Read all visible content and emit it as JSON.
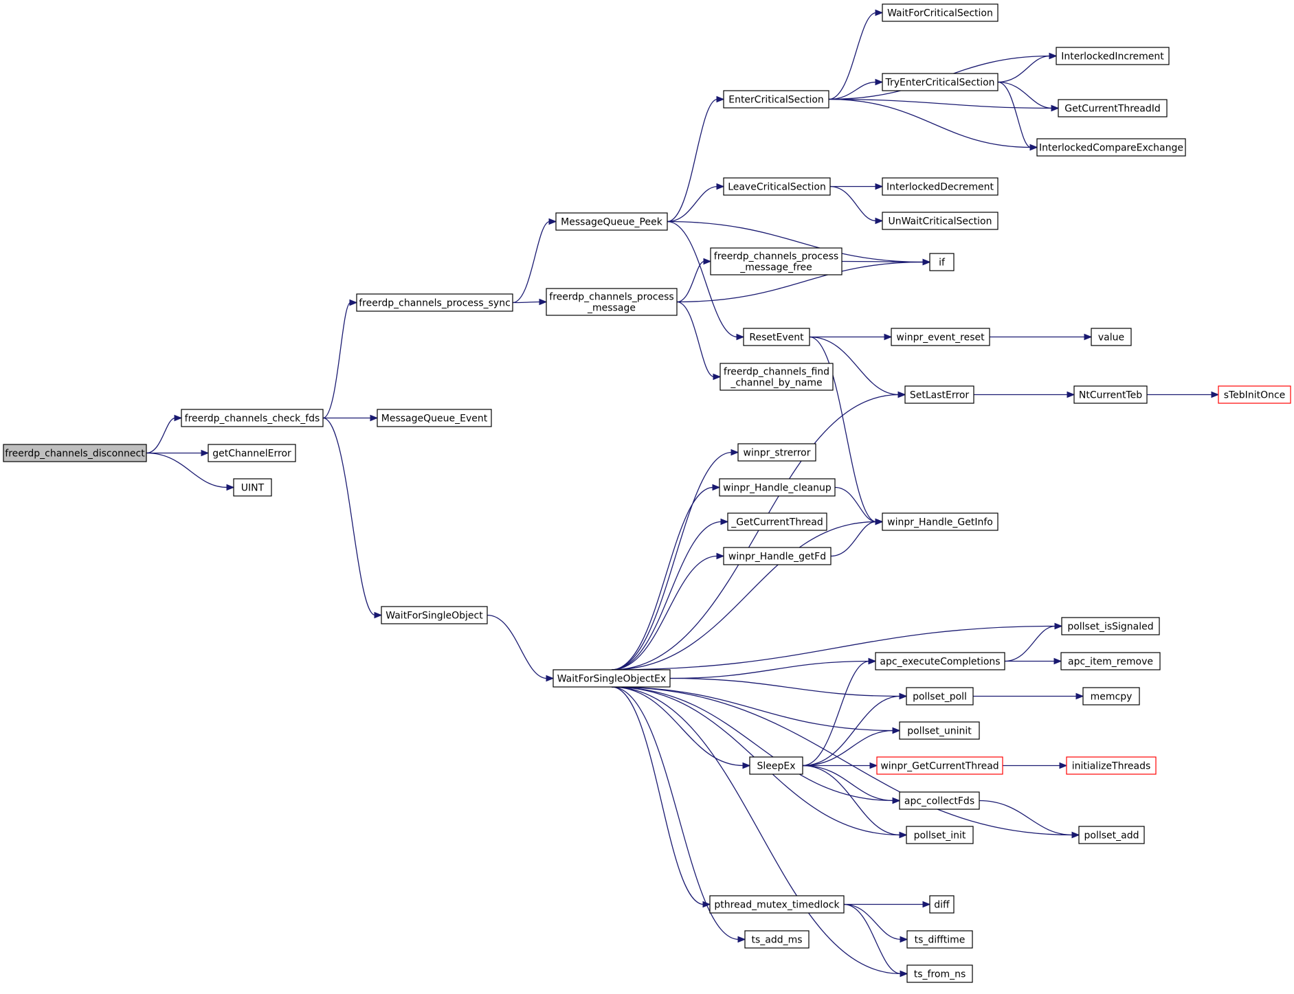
{
  "graph": {
    "type": "call-graph",
    "root": "root",
    "nodes": [
      {
        "id": "root",
        "label": "freerdp_channels_disconnect",
        "style": "root"
      },
      {
        "id": "check_fds",
        "label": "freerdp_channels_check_fds"
      },
      {
        "id": "getChannelError",
        "label": "getChannelError"
      },
      {
        "id": "UINT",
        "label": "UINT"
      },
      {
        "id": "process_sync",
        "label": "freerdp_channels_process_sync"
      },
      {
        "id": "MQ_Event",
        "label": "MessageQueue_Event"
      },
      {
        "id": "WFSO",
        "label": "WaitForSingleObject"
      },
      {
        "id": "MQ_Peek",
        "label": "MessageQueue_Peek"
      },
      {
        "id": "process_message",
        "label": "freerdp_channels_process\n_message"
      },
      {
        "id": "WFSOEx",
        "label": "WaitForSingleObjectEx"
      },
      {
        "id": "EnterCS",
        "label": "EnterCriticalSection"
      },
      {
        "id": "LeaveCS",
        "label": "LeaveCriticalSection"
      },
      {
        "id": "process_message_free",
        "label": "freerdp_channels_process\n_message_free"
      },
      {
        "id": "ResetEvent",
        "label": "ResetEvent"
      },
      {
        "id": "find_channel",
        "label": "freerdp_channels_find\n_channel_by_name"
      },
      {
        "id": "winpr_strerror",
        "label": "winpr_strerror"
      },
      {
        "id": "Handle_cleanup",
        "label": "winpr_Handle_cleanup"
      },
      {
        "id": "_GetCurrentThread",
        "label": "_GetCurrentThread"
      },
      {
        "id": "Handle_getFd",
        "label": "winpr_Handle_getFd"
      },
      {
        "id": "SleepEx",
        "label": "SleepEx"
      },
      {
        "id": "pthread_mutex_timedlock",
        "label": "pthread_mutex_timedlock"
      },
      {
        "id": "ts_add_ms",
        "label": "ts_add_ms"
      },
      {
        "id": "WaitForCS",
        "label": "WaitForCriticalSection"
      },
      {
        "id": "TryEnterCS",
        "label": "TryEnterCriticalSection"
      },
      {
        "id": "InterlockedDecrement",
        "label": "InterlockedDecrement"
      },
      {
        "id": "UnWaitCS",
        "label": "UnWaitCriticalSection"
      },
      {
        "id": "if",
        "label": "if"
      },
      {
        "id": "event_reset",
        "label": "winpr_event_reset"
      },
      {
        "id": "SetLastError",
        "label": "SetLastError"
      },
      {
        "id": "Handle_GetInfo",
        "label": "winpr_Handle_GetInfo"
      },
      {
        "id": "apc_executeCompletions",
        "label": "apc_executeCompletions"
      },
      {
        "id": "pollset_poll",
        "label": "pollset_poll"
      },
      {
        "id": "pollset_uninit",
        "label": "pollset_uninit"
      },
      {
        "id": "winpr_GetCurrentThread",
        "label": "winpr_GetCurrentThread",
        "style": "trunc"
      },
      {
        "id": "apc_collectFds",
        "label": "apc_collectFds"
      },
      {
        "id": "pollset_init",
        "label": "pollset_init"
      },
      {
        "id": "diff",
        "label": "diff"
      },
      {
        "id": "ts_difftime",
        "label": "ts_difftime"
      },
      {
        "id": "ts_from_ns",
        "label": "ts_from_ns"
      },
      {
        "id": "InterlockedIncrement",
        "label": "InterlockedIncrement"
      },
      {
        "id": "GetCurrentThreadId",
        "label": "GetCurrentThreadId"
      },
      {
        "id": "InterlockedCompareExchange",
        "label": "InterlockedCompareExchange"
      },
      {
        "id": "value",
        "label": "value"
      },
      {
        "id": "NtCurrentTeb",
        "label": "NtCurrentTeb"
      },
      {
        "id": "pollset_isSignaled",
        "label": "pollset_isSignaled"
      },
      {
        "id": "apc_item_remove",
        "label": "apc_item_remove"
      },
      {
        "id": "memcpy",
        "label": "memcpy"
      },
      {
        "id": "initializeThreads",
        "label": "initializeThreads",
        "style": "trunc"
      },
      {
        "id": "pollset_add",
        "label": "pollset_add"
      },
      {
        "id": "sTebInitOnce",
        "label": "sTebInitOnce",
        "style": "trunc"
      }
    ],
    "edges": [
      [
        "root",
        "check_fds"
      ],
      [
        "root",
        "getChannelError"
      ],
      [
        "root",
        "UINT"
      ],
      [
        "check_fds",
        "process_sync"
      ],
      [
        "check_fds",
        "MQ_Event"
      ],
      [
        "check_fds",
        "WFSO"
      ],
      [
        "process_sync",
        "MQ_Peek"
      ],
      [
        "process_sync",
        "process_message"
      ],
      [
        "WFSO",
        "WFSOEx"
      ],
      [
        "MQ_Peek",
        "EnterCS"
      ],
      [
        "MQ_Peek",
        "LeaveCS"
      ],
      [
        "MQ_Peek",
        "if"
      ],
      [
        "MQ_Peek",
        "ResetEvent"
      ],
      [
        "process_message",
        "process_message_free"
      ],
      [
        "process_message",
        "if"
      ],
      [
        "process_message",
        "find_channel"
      ],
      [
        "process_message_free",
        "if"
      ],
      [
        "EnterCS",
        "WaitForCS"
      ],
      [
        "EnterCS",
        "InterlockedIncrement"
      ],
      [
        "EnterCS",
        "TryEnterCS"
      ],
      [
        "EnterCS",
        "GetCurrentThreadId"
      ],
      [
        "EnterCS",
        "InterlockedCompareExchange"
      ],
      [
        "TryEnterCS",
        "InterlockedIncrement"
      ],
      [
        "TryEnterCS",
        "GetCurrentThreadId"
      ],
      [
        "TryEnterCS",
        "InterlockedCompareExchange"
      ],
      [
        "LeaveCS",
        "InterlockedDecrement"
      ],
      [
        "LeaveCS",
        "UnWaitCS"
      ],
      [
        "ResetEvent",
        "event_reset"
      ],
      [
        "ResetEvent",
        "SetLastError"
      ],
      [
        "ResetEvent",
        "Handle_GetInfo"
      ],
      [
        "event_reset",
        "value"
      ],
      [
        "SetLastError",
        "NtCurrentTeb"
      ],
      [
        "NtCurrentTeb",
        "sTebInitOnce"
      ],
      [
        "WFSOEx",
        "SetLastError"
      ],
      [
        "WFSOEx",
        "winpr_strerror"
      ],
      [
        "WFSOEx",
        "Handle_cleanup"
      ],
      [
        "WFSOEx",
        "_GetCurrentThread"
      ],
      [
        "WFSOEx",
        "Handle_getFd"
      ],
      [
        "WFSOEx",
        "Handle_GetInfo"
      ],
      [
        "WFSOEx",
        "pollset_isSignaled"
      ],
      [
        "WFSOEx",
        "apc_executeCompletions"
      ],
      [
        "WFSOEx",
        "pollset_poll"
      ],
      [
        "WFSOEx",
        "pollset_uninit"
      ],
      [
        "WFSOEx",
        "SleepEx"
      ],
      [
        "WFSOEx",
        "apc_collectFds"
      ],
      [
        "WFSOEx",
        "pollset_init"
      ],
      [
        "WFSOEx",
        "pollset_add"
      ],
      [
        "WFSOEx",
        "pthread_mutex_timedlock"
      ],
      [
        "WFSOEx",
        "ts_add_ms"
      ],
      [
        "WFSOEx",
        "ts_from_ns"
      ],
      [
        "Handle_cleanup",
        "Handle_GetInfo"
      ],
      [
        "Handle_getFd",
        "Handle_GetInfo"
      ],
      [
        "apc_executeCompletions",
        "pollset_isSignaled"
      ],
      [
        "apc_executeCompletions",
        "apc_item_remove"
      ],
      [
        "pollset_poll",
        "memcpy"
      ],
      [
        "SleepEx",
        "apc_executeCompletions"
      ],
      [
        "SleepEx",
        "pollset_poll"
      ],
      [
        "SleepEx",
        "pollset_uninit"
      ],
      [
        "SleepEx",
        "winpr_GetCurrentThread"
      ],
      [
        "SleepEx",
        "apc_collectFds"
      ],
      [
        "SleepEx",
        "pollset_init"
      ],
      [
        "winpr_GetCurrentThread",
        "initializeThreads"
      ],
      [
        "apc_collectFds",
        "pollset_add"
      ],
      [
        "pthread_mutex_timedlock",
        "diff"
      ],
      [
        "pthread_mutex_timedlock",
        "ts_difftime"
      ],
      [
        "pthread_mutex_timedlock",
        "ts_from_ns"
      ]
    ],
    "colors": {
      "edge": "#191970",
      "root_fill": "#bfbfbf",
      "truncated_border": "#ff0000",
      "node_border": "#000000"
    }
  }
}
